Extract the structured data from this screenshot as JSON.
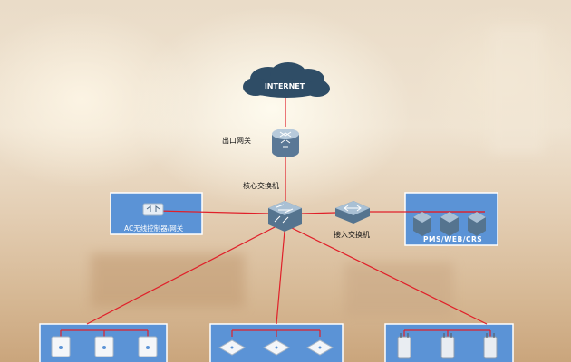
{
  "internet": {
    "label": "INTERNET"
  },
  "gateway": {
    "label": "出口网关"
  },
  "core_switch": {
    "label": "核心交换机"
  },
  "access_switch": {
    "label": "接入交换机"
  },
  "ac_panel": {
    "label": "AC无线控制器/网关"
  },
  "servers_panel": {
    "label": "PMS/WEB/CRS"
  },
  "colors": {
    "link": "#e0202a",
    "panel": "#5b93d6",
    "panel_border": "#ffffff"
  }
}
